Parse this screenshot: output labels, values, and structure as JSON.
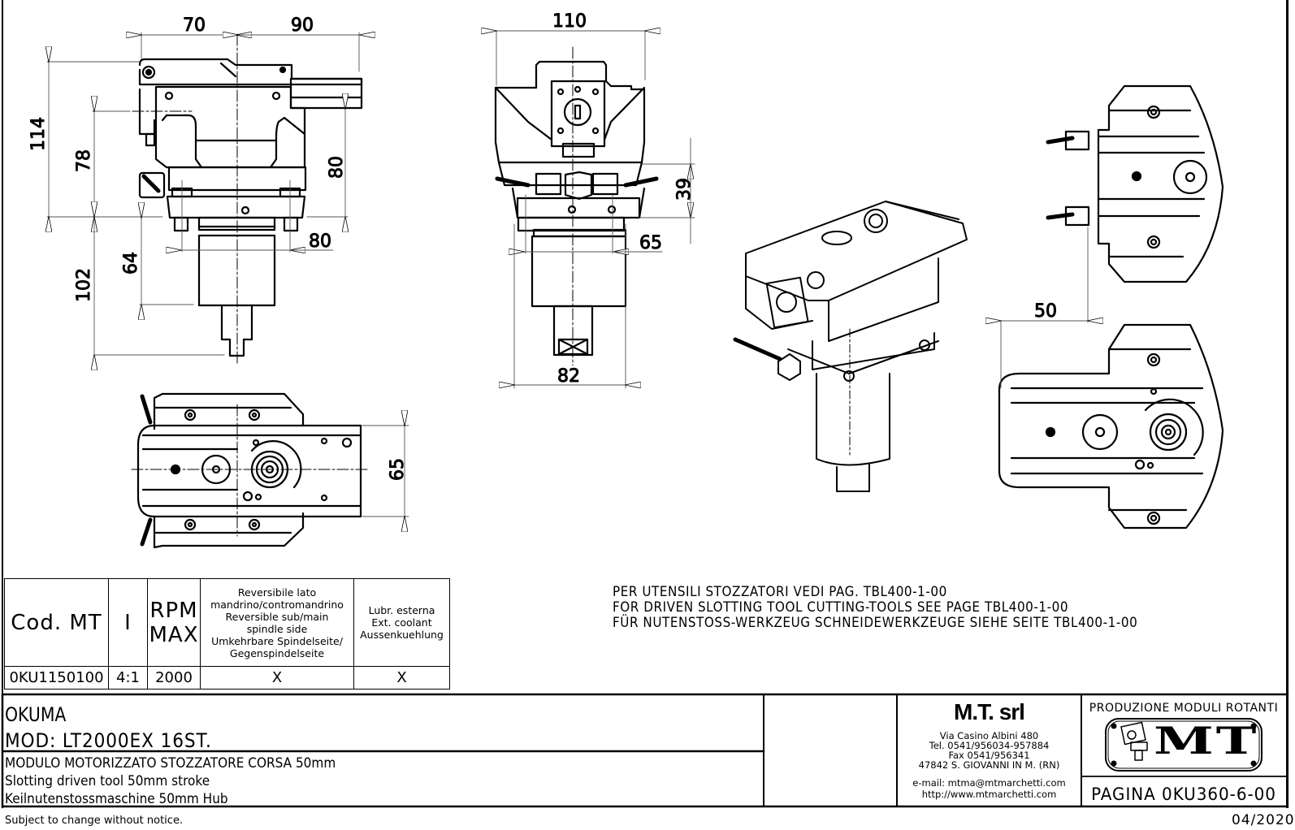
{
  "drawing": {
    "front_view": {
      "dims": [
        "70",
        "90",
        "114",
        "78",
        "80",
        "80",
        "64",
        "102"
      ]
    },
    "side_view": {
      "dims": [
        "110",
        "39",
        "65",
        "82"
      ]
    },
    "top_view": {
      "dims": [
        "65"
      ]
    },
    "right_views": {
      "dims": [
        "50"
      ]
    }
  },
  "parts_table": {
    "headers": {
      "code": "Cod. MT",
      "ratio": "I",
      "rpm_line1": "RPM",
      "rpm_line2": "MAX",
      "reversible": [
        "Reversibile lato",
        "mandrino/contromandrino",
        "Reversible sub/main",
        "spindle side",
        "Umkehrbare Spindelseite/",
        "Gegenspindelseite"
      ],
      "coolant": [
        "Lubr. esterna",
        "Ext. coolant",
        "Aussenkuehlung"
      ]
    },
    "rows": [
      {
        "code": "0KU1150100",
        "ratio": "4:1",
        "rpm": "2000",
        "reversible": "X",
        "coolant": "X"
      }
    ]
  },
  "notes": [
    "PER UTENSILI STOZZATORI VEDI PAG. TBL400-1-00",
    "FOR DRIVEN SLOTTING TOOL CUTTING-TOOLS SEE PAGE TBL400-1-00",
    "FÜR NUTENSTOSS-WERKZEUG SCHNEIDEWERKZEUGE SIEHE SEITE TBL400-1-00"
  ],
  "title_block": {
    "brand": "OKUMA",
    "model": "MOD: LT2000EX 16ST.",
    "description": [
      "MODULO MOTORIZZATO STOZZATORE CORSA 50mm",
      "Slotting driven tool 50mm stroke",
      "Keilnutenstossmaschine 50mm Hub"
    ],
    "company": {
      "name": "M.T. srl",
      "lines": [
        "Via Casino Albini 480",
        "Tel. 0541/956034-957884",
        "Fax 0541/956341",
        "47842 S. GIOVANNI IN M. (RN)",
        "e-mail: mtma@mtmarchetti.com",
        "http://www.mtmarchetti.com"
      ]
    },
    "production_label": "PRODUZIONE MODULI ROTANTI",
    "logo_text": "MT",
    "page": "PAGINA 0KU360-6-00"
  },
  "footer": {
    "disclaimer": "Subject to change without notice.",
    "date": "04/2020"
  }
}
